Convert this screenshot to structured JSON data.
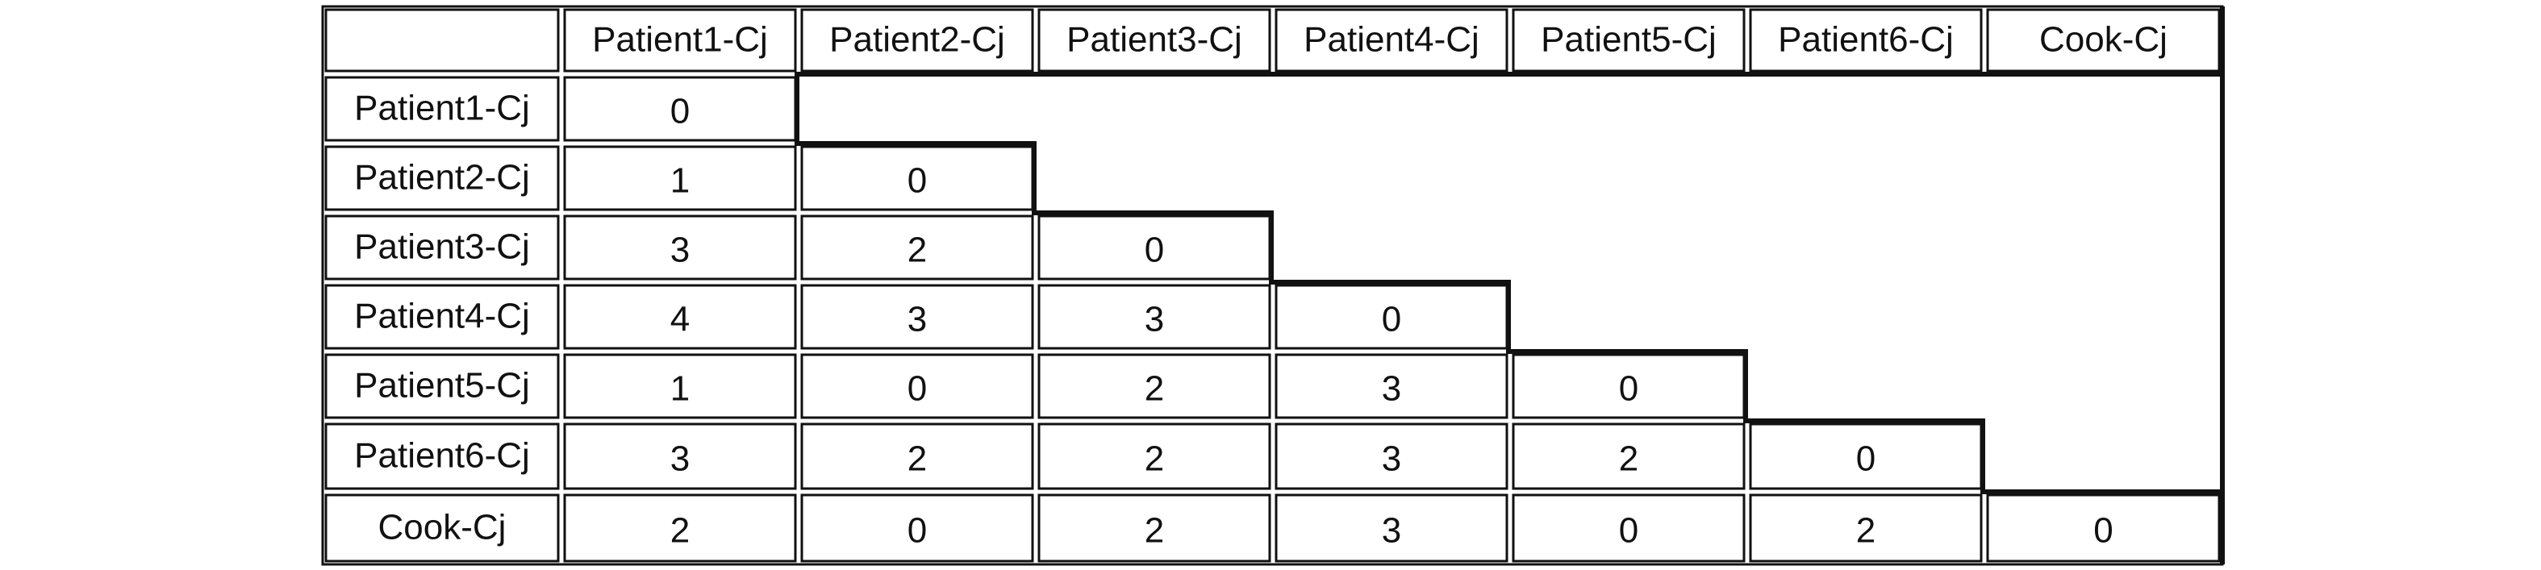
{
  "table": {
    "column_headers": [
      "Patient1-Cj",
      "Patient2-Cj",
      "Patient3-Cj",
      "Patient4-Cj",
      "Patient5-Cj",
      "Patient6-Cj",
      "Cook-Cj"
    ],
    "row_headers": [
      "Patient1-Cj",
      "Patient2-Cj",
      "Patient3-Cj",
      "Patient4-Cj",
      "Patient5-Cj",
      "Patient6-Cj",
      "Cook-Cj"
    ],
    "rows": [
      [
        "0"
      ],
      [
        "1",
        "0"
      ],
      [
        "3",
        "2",
        "0"
      ],
      [
        "4",
        "3",
        "3",
        "0"
      ],
      [
        "1",
        "0",
        "2",
        "3",
        "0"
      ],
      [
        "3",
        "2",
        "2",
        "3",
        "2",
        "0"
      ],
      [
        "2",
        "0",
        "2",
        "3",
        "0",
        "2",
        "0"
      ]
    ],
    "colors": {
      "line": "#111111",
      "text": "#111111",
      "background": "#ffffff"
    }
  }
}
